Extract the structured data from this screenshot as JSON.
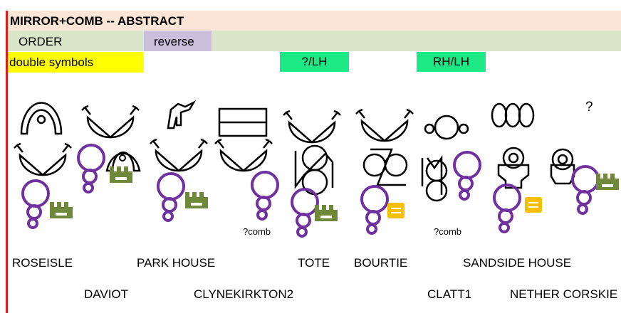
{
  "header": {
    "title": "MIRROR+COMB  -- ABSTRACT",
    "order_label": "ORDER",
    "reverse_label": "reverse",
    "double_symbols_label": "double symbols",
    "tag_tote": "?/LH",
    "tag_bourtie": "RH/LH",
    "question_mark": "?",
    "comb_note_1": "?comb",
    "comb_note_2": "?comb"
  },
  "colors": {
    "title_band": "#fbe5d6",
    "order_band": "#d9e6c9",
    "reverse_band": "#cbc0dc",
    "double_band": "#ffff00",
    "hand_tag": "#1de886",
    "axis_line": "#e01b1b",
    "mirror": "#7030a0",
    "comb": "#70883a",
    "comb_yellow": "#f6bf00"
  },
  "sites": {
    "row1": [
      "ROSEISLE",
      "PARK HOUSE",
      "TOTE",
      "BOURTIE",
      "SANDSIDE HOUSE"
    ],
    "row2": [
      "DAVIOT",
      "CLYNEKIRKTON2",
      "CLATT1",
      "NETHER CORSKIE"
    ]
  }
}
